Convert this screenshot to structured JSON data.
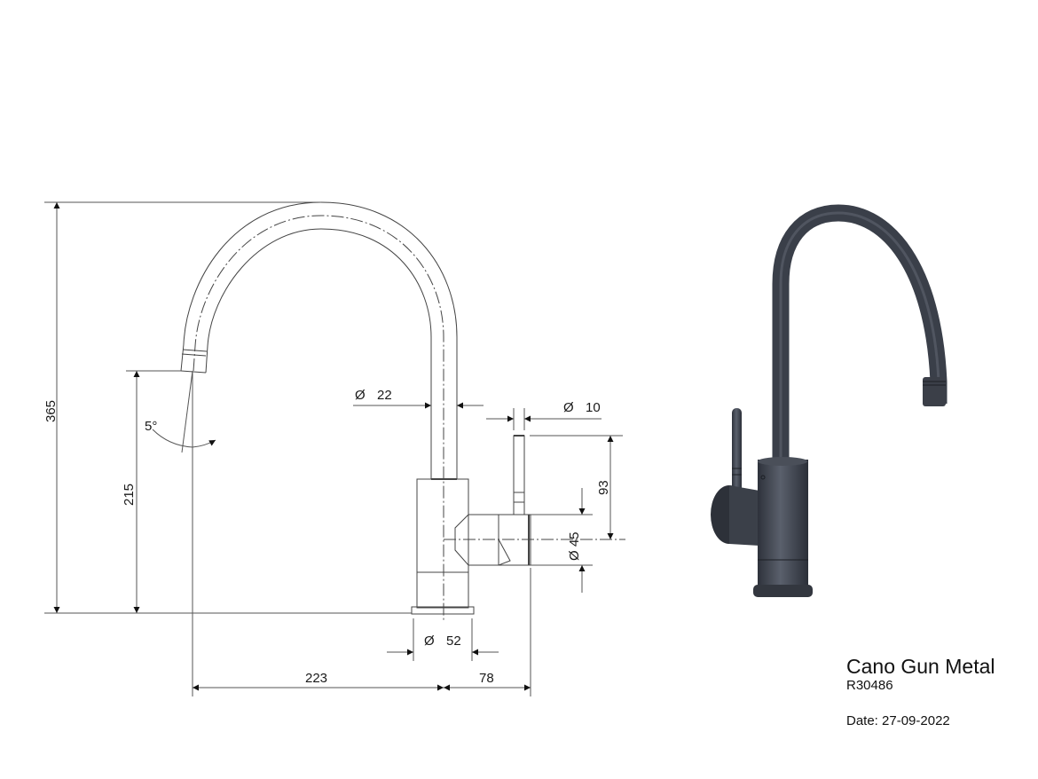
{
  "product": {
    "name": "Cano Gun Metal",
    "code": "R30486",
    "date_label": "Date: 27-09-2022",
    "finish_color": "#3f4450"
  },
  "drawing": {
    "view": "side elevation",
    "dimensions": {
      "overall_height": "365",
      "spout_outlet_height": "215",
      "spout_angle": "5°",
      "spout_diameter": "Ø 22",
      "lever_diameter": "Ø 10",
      "lever_height": "93",
      "handle_diameter": "Ø 45",
      "base_diameter": "Ø 52",
      "spout_reach": "223",
      "handle_projection": "78"
    },
    "labels": {
      "d22_sym": "Ø",
      "d22_val": "22",
      "d10_sym": "Ø",
      "d10_val": "10",
      "d52_sym": "Ø",
      "d52_val": "52",
      "d45": "Ø 45",
      "h365": "365",
      "h215": "215",
      "h93": "93",
      "w223": "223",
      "w78": "78",
      "angle": "5°"
    }
  }
}
